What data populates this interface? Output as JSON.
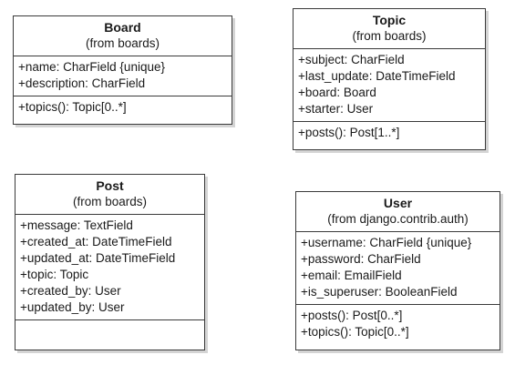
{
  "classes": {
    "board": {
      "name": "Board",
      "package": "(from boards)",
      "attributes": [
        "+name: CharField {unique}",
        "+description: CharField"
      ],
      "operations": [
        "+topics(): Topic[0..*]"
      ]
    },
    "topic": {
      "name": "Topic",
      "package": "(from boards)",
      "attributes": [
        "+subject: CharField",
        "+last_update: DateTimeField",
        "+board: Board",
        "+starter: User"
      ],
      "operations": [
        "+posts(): Post[1..*]"
      ]
    },
    "post": {
      "name": "Post",
      "package": "(from boards)",
      "attributes": [
        "+message: TextField",
        "+created_at: DateTimeField",
        "+updated_at: DateTimeField",
        "+topic: Topic",
        "+created_by: User",
        "+updated_by: User"
      ],
      "operations": []
    },
    "user": {
      "name": "User",
      "package": "(from django.contrib.auth)",
      "attributes": [
        "+username: CharField {unique}",
        "+password: CharField",
        "+email: EmailField",
        "+is_superuser: BooleanField"
      ],
      "operations": [
        "+posts(): Post[0..*]",
        "+topics(): Topic[0..*]"
      ]
    }
  }
}
